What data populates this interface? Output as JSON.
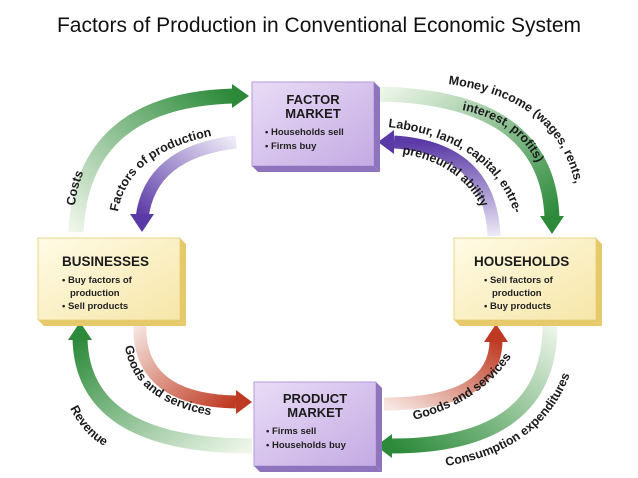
{
  "title": "Factors of Production in Conventional Economic System",
  "colors": {
    "factor_box": "#c9b3e6",
    "product_box": "#c9b3e6",
    "agent_box": "#fdf5c9",
    "green_arrow": "#2c8a3a",
    "purple_arrow": "#5a3aa6",
    "red_arrow": "#bf3a22"
  },
  "factor_market": {
    "title_line1": "FACTOR",
    "title_line2": "MARKET",
    "items": [
      "• Households sell",
      "• Firms buy"
    ]
  },
  "product_market": {
    "title_line1": "PRODUCT",
    "title_line2": "MARKET",
    "items": [
      "• Firms sell",
      "• Households buy"
    ]
  },
  "businesses": {
    "title": "BUSINESSES",
    "items": [
      "• Buy factors of",
      "production",
      "• Sell products"
    ]
  },
  "households": {
    "title": "HOUSEHOLDS",
    "items": [
      "• Sell factors of",
      "production",
      "• Buy products"
    ]
  },
  "flows": {
    "costs": "Costs",
    "factors_of_production": "Factors of production",
    "money_income_1": "Money income (wages, rents,",
    "money_income_2": "interest, profits)",
    "labour_1": "Labour, land, capital, entre-",
    "labour_2": "preneurial ability",
    "goods_services_left": "Goods and services",
    "goods_services_right": "Goods and services",
    "revenue": "Revenue",
    "consumption": "Consumption expenditures"
  }
}
